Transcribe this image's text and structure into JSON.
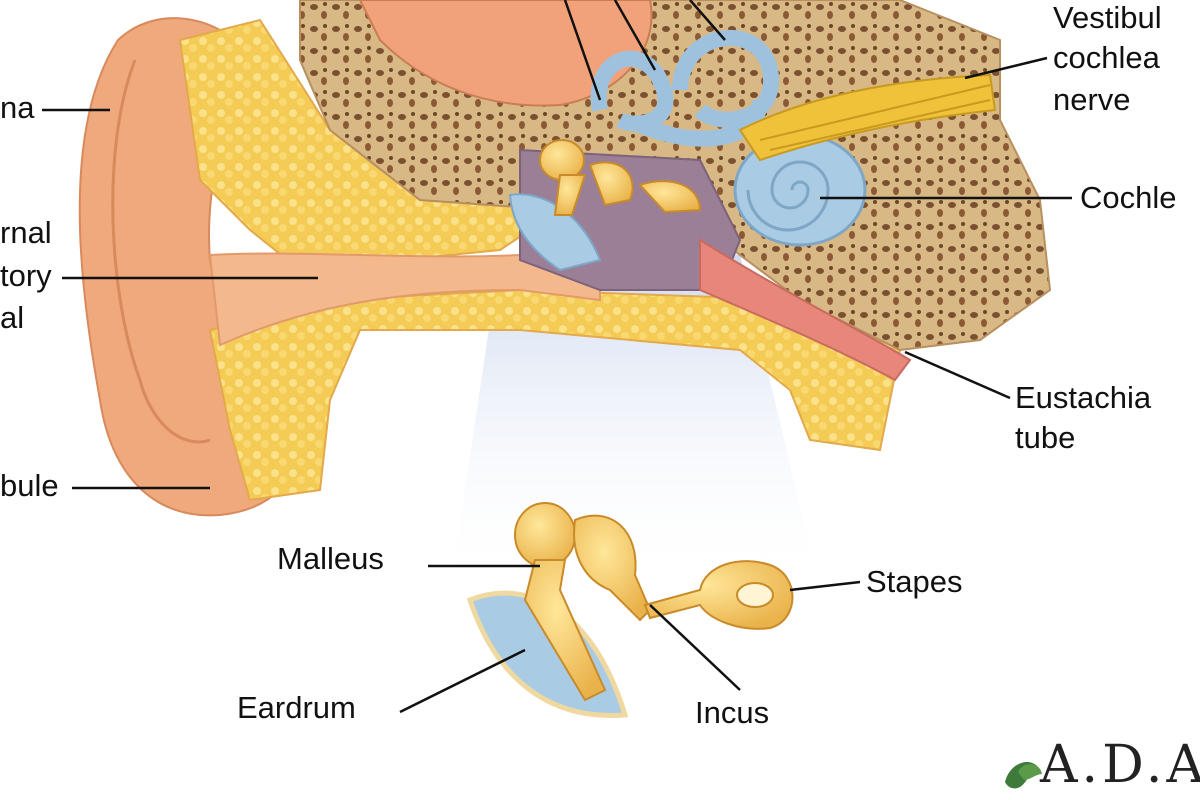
{
  "labels": {
    "vestibulocochlear_nerve": [
      "Vestibul",
      "cochlea",
      "nerve"
    ],
    "pinna": "na",
    "external_auditory_canal": [
      "rnal",
      "tory",
      "al"
    ],
    "cochlea": "Cochle",
    "eustachian_tube": [
      "Eustachia",
      "tube"
    ],
    "lobule": "bule",
    "malleus": "Malleus",
    "stapes": "Stapes",
    "eardrum": "Eardrum",
    "incus": "Incus"
  },
  "logo": {
    "text": "A.D.A",
    "icon": "leaf-icon"
  },
  "colors": {
    "skin": "#f0a878",
    "bone": "#d9b77e",
    "fat": "#f2c94c",
    "cochlea": "#a9cbe3",
    "canal": "#f3b98c",
    "middle_ear": "#9a7f96"
  }
}
